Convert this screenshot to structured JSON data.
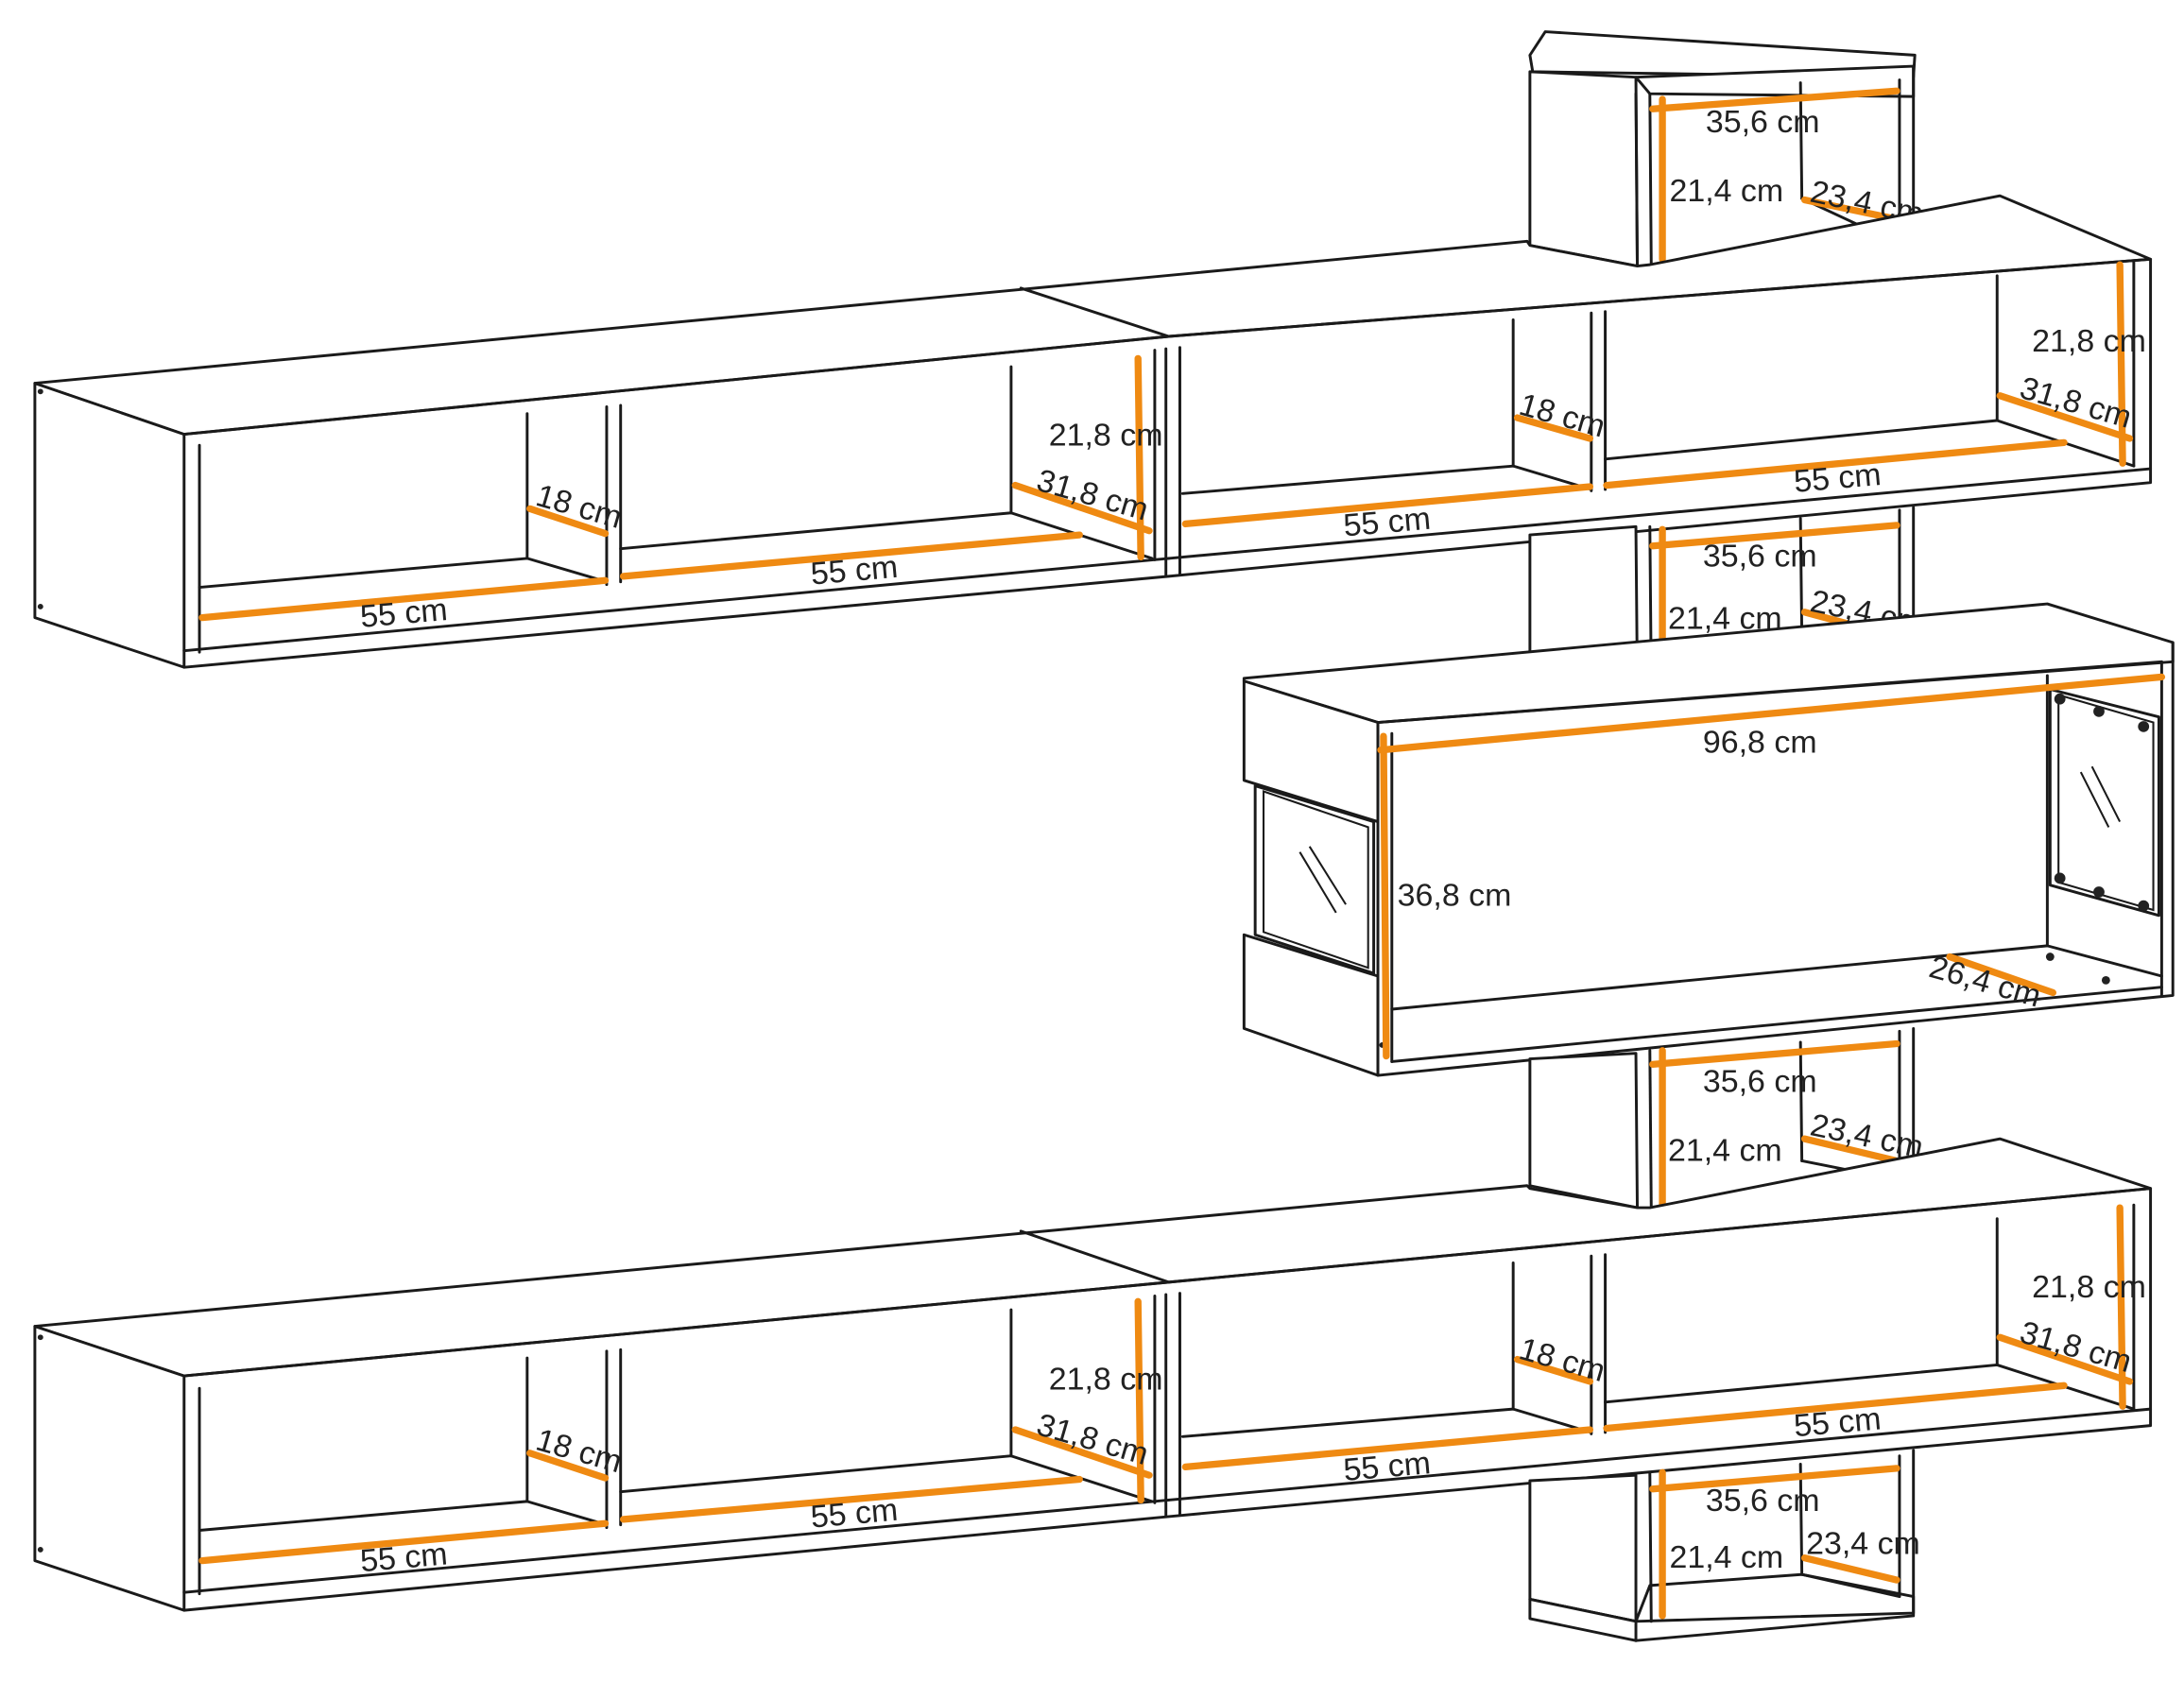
{
  "colors": {
    "line": "#1a1a1a",
    "dimension": "#ef8a12",
    "label": "#222222",
    "background": "#ffffff"
  },
  "labels": {
    "top_cube": {
      "width": "35,6 cm",
      "height": "21,4 cm",
      "depth": "23,4 cm"
    },
    "upper_shelf_left": {
      "floor_a": "55 cm",
      "floor_b": "55 cm",
      "divider": "18 cm",
      "depth": "31,8 cm",
      "height": "21,8 cm"
    },
    "upper_shelf_right": {
      "floor_a": "55 cm",
      "floor_b": "55 cm",
      "divider": "18 cm",
      "depth": "31,8 cm",
      "height": "21,8 cm"
    },
    "middle_cube_upper": {
      "width": "35,6 cm",
      "height": "21,4 cm",
      "depth": "23,4 cm"
    },
    "glass_cabinet": {
      "width": "96,8 cm",
      "height": "36,8 cm",
      "depth": "26,4 cm"
    },
    "middle_cube_lower": {
      "width": "35,6 cm",
      "height": "21,4 cm",
      "depth": "23,4 cm"
    },
    "lower_shelf_left": {
      "floor_a": "55 cm",
      "floor_b": "55 cm",
      "divider": "18 cm",
      "depth": "31,8 cm",
      "height": "21,8 cm"
    },
    "lower_shelf_right": {
      "floor_a": "55 cm",
      "floor_b": "55 cm",
      "divider": "18 cm",
      "depth": "31,8 cm",
      "height": "21,8 cm"
    },
    "bottom_cube": {
      "width": "35,6 cm",
      "height": "21,4 cm",
      "depth": "23,4 cm"
    }
  }
}
